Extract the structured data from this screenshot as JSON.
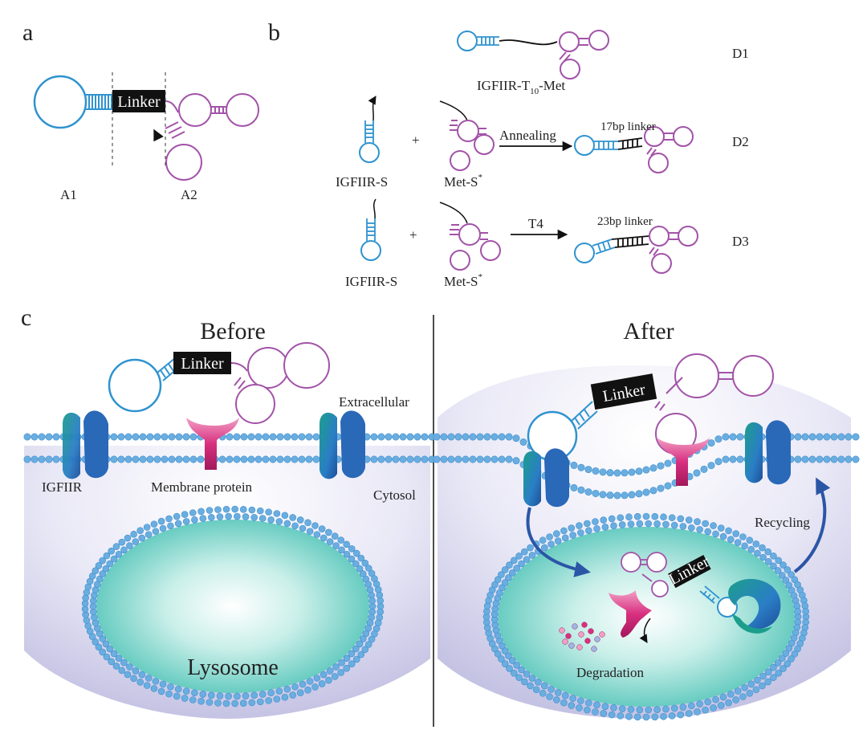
{
  "panels": {
    "a": "a",
    "b": "b",
    "c": "c"
  },
  "panel_a": {
    "linker": "Linker",
    "A1": "A1",
    "A2": "A2"
  },
  "panel_b": {
    "D1": {
      "tag": "D1",
      "name_part1": "IGFIIR-T",
      "name_sub": "10",
      "name_part2": "-Met"
    },
    "D2": {
      "tag": "D2",
      "left": "IGFIIR-S",
      "right_base": "Met-S",
      "right_sup": "*",
      "plus": "+",
      "arrow": "Annealing",
      "linker": "17bp linker"
    },
    "D3": {
      "tag": "D3",
      "left": "IGFIIR-S",
      "right_base": "Met-S",
      "right_sup": "*",
      "plus": "+",
      "arrow": "T4",
      "linker": "23bp linker"
    }
  },
  "panel_c": {
    "before": "Before",
    "after": "After",
    "linker": "Linker",
    "extracellular": "Extracellular",
    "cytosol": "Cytosol",
    "igfiir": "IGFIIR",
    "membrane_protein": "Membrane protein",
    "lysosome": "Lysosome",
    "recycling": "Recycling",
    "degradation": "Degradation"
  },
  "colors": {
    "igfiir_aptamer": "#2f93cf",
    "met_aptamer": "#a253a8",
    "linker": "#111111",
    "membrane": "#6aaee0",
    "lysosome": "#8fdcd3",
    "arrow": "#2b56a6",
    "membrane_protein": "#d8307f"
  }
}
